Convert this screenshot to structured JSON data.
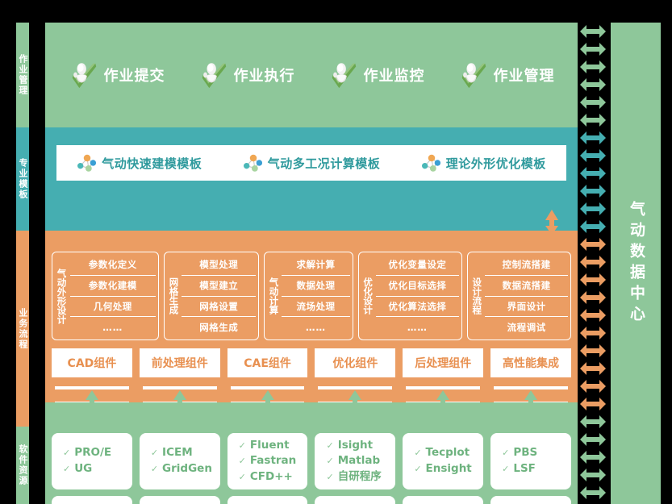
{
  "left_strip": {
    "segments": [
      {
        "text": "作业管理",
        "color": "#8ec79a"
      },
      {
        "text": "专业模板",
        "color": "#45aeb1"
      },
      {
        "text": "业务流程",
        "color": "#eb9d63"
      },
      {
        "text": "软件资源",
        "color": "#8ec79a"
      }
    ]
  },
  "right_panel": {
    "label": "气动数据中心",
    "color": "#8ec79a"
  },
  "job_section": {
    "color": "#8ec79a",
    "items": [
      {
        "icon": "check-person-icon",
        "label": "作业提交"
      },
      {
        "icon": "check-person-icon",
        "label": "作业执行"
      },
      {
        "icon": "check-person-icon",
        "label": "作业监控"
      },
      {
        "icon": "check-person-icon",
        "label": "作业管理"
      }
    ]
  },
  "template_section": {
    "color": "#45aeb1",
    "items": [
      {
        "icon": "network-node-icon",
        "label": "气动快速建模模板"
      },
      {
        "icon": "network-node-icon",
        "label": "气动多工况计算模板"
      },
      {
        "icon": "network-node-icon",
        "label": "理论外形优化模板"
      }
    ],
    "up_arrow": "up-arrow-icon"
  },
  "workflow_section": {
    "color": "#eb9d63",
    "groups": [
      {
        "title": "气动外形设计",
        "items": [
          "参数化定义",
          "参数化建模",
          "几何处理",
          "……"
        ]
      },
      {
        "title": "网格生成",
        "items": [
          "模型处理",
          "模型建立",
          "网格设置",
          "网格生成"
        ]
      },
      {
        "title": "气动计算",
        "items": [
          "求解计算",
          "数据处理",
          "流场处理",
          "……"
        ]
      },
      {
        "title": "优化设计",
        "items": [
          "优化变量设定",
          "优化目标选择",
          "优化算法选择",
          "……"
        ]
      },
      {
        "title": "设计流程",
        "items": [
          "控制流搭建",
          "数据流搭建",
          "界面设计",
          "流程调试"
        ]
      }
    ],
    "components": [
      "CAD组件",
      "前处理组件",
      "CAE组件",
      "优化组件",
      "后处理组件",
      "高性能集成"
    ]
  },
  "software_section": {
    "color": "#8ec79a",
    "tick": "✓",
    "boxes": [
      {
        "items": [
          "PRO/E",
          "UG"
        ]
      },
      {
        "items": [
          "ICEM",
          "GridGen"
        ]
      },
      {
        "items": [
          "Fluent",
          "Fastran",
          "CFD++"
        ]
      },
      {
        "items": [
          "Isight",
          "Matlab",
          "自研程序"
        ]
      },
      {
        "items": [
          "Tecplot",
          "Ensight"
        ]
      },
      {
        "items": [
          "PBS",
          "LSF"
        ]
      }
    ]
  },
  "arrow_column": {
    "icon": "double-headed-arrow-icon",
    "count": 27,
    "colors": [
      "#8ec79a",
      "#8ec79a",
      "#8ec79a",
      "#8ec79a",
      "#8ec79a",
      "#8ec79a",
      "#45aeb1",
      "#45aeb1",
      "#45aeb1",
      "#45aeb1",
      "#45aeb1",
      "#45aeb1",
      "#eb9d63",
      "#eb9d63",
      "#eb9d63",
      "#eb9d63",
      "#eb9d63",
      "#eb9d63",
      "#eb9d63",
      "#eb9d63",
      "#eb9d63",
      "#eb9d63",
      "#8ec79a",
      "#8ec79a",
      "#8ec79a",
      "#8ec79a",
      "#8ec79a"
    ]
  },
  "palette": {
    "green": "#8ec79a",
    "teal": "#45aeb1",
    "orange": "#eb9d63",
    "white": "#ffffff",
    "black": "#000000",
    "teal_text": "#2f9a9d",
    "orange_text": "#e89050",
    "green_text": "#6eb37f"
  }
}
